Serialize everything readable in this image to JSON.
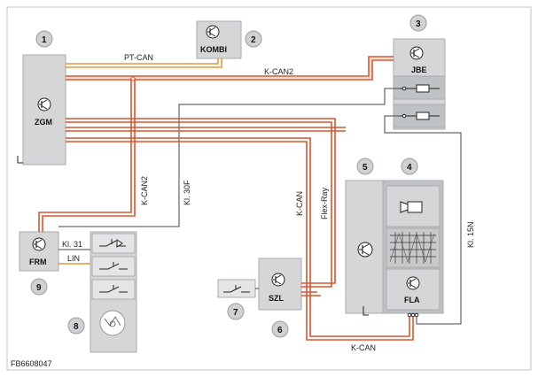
{
  "figure_id": "FB6608047",
  "colors": {
    "pt_can": "#e39a3a",
    "k_can": "#d9552f",
    "flex_ray": "#d9552f",
    "wire_dark": "#444444",
    "module_fill": "#d4d6d8",
    "module_stroke": "#a8abae",
    "badge_fill": "#cfd1d3"
  },
  "modules": {
    "zgm": "ZGM",
    "kombi": "KOMBI",
    "jbe": "JBE",
    "frm": "FRM",
    "szl": "SZL",
    "fla": "FLA"
  },
  "lines": {
    "pt_can": "PT-CAN",
    "k_can2_top": "K-CAN2",
    "k_can2_vertical": "K-CAN2",
    "kl30f": "Kl. 30F",
    "k_can_vertical": "K-CAN",
    "flex_ray": "Flex-Ray",
    "kl15n": "Kl. 15N",
    "kl31": "Kl. 31",
    "lin": "LIN",
    "k_can_bottom": "K-CAN"
  },
  "numbers": [
    "1",
    "2",
    "3",
    "4",
    "5",
    "6",
    "7",
    "8",
    "9"
  ]
}
